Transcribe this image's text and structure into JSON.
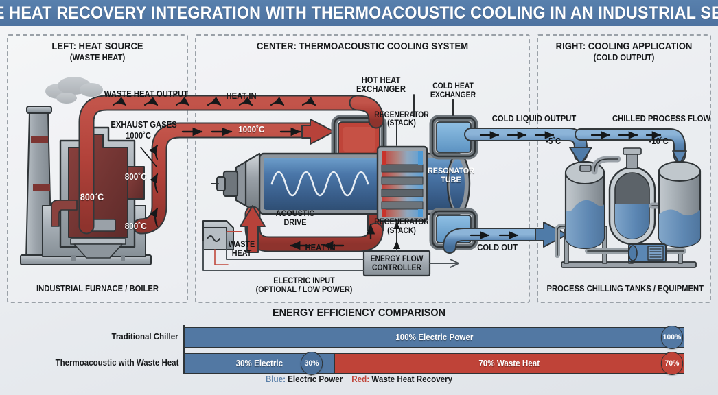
{
  "title": "WASTE HEAT RECOVERY INTEGRATION WITH THERMOACOUSTIC COOLING IN AN INDUSTRIAL SETTING",
  "colors": {
    "header_blue": "#4d72a0",
    "hot_red": "#c0483c",
    "hot_red_dark": "#8e3a33",
    "furnace_red": "#7d3a38",
    "cold_blue": "#6f9fc8",
    "steel_gray": "#9aa2a8",
    "bar_blue": "#5278a3",
    "bar_red": "#bf4338"
  },
  "panels": {
    "left": {
      "head1": "LEFT: HEAT SOURCE",
      "head2": "(WASTE HEAT)",
      "foot": "INDUSTRIAL FURNACE / BOILER",
      "labels": {
        "waste_heat_output": "WASTE HEAT OUTPUT",
        "exhaust_gases": "EXHAUST GASES",
        "exhaust_temp": "1000˚C",
        "temp_body": "800˚C",
        "temp_right": "800˚C",
        "temp_low": "800˚C"
      }
    },
    "center": {
      "head1": "CENTER: THERMOACOUSTIC COOLING SYSTEM",
      "head2": "",
      "foot": "",
      "labels": {
        "heat_in_top": "HEAT IN",
        "hot_heat_exchanger": "HOT HEAT\nEXCHANGER",
        "hot_heat_exchanger_l1": "HOT HEAT",
        "hot_heat_exchanger_l2": "EXCHANGER",
        "temp_1000": "1000˚C",
        "regenerator_top_l1": "REGENERATOR",
        "regenerator_top_l2": "(STACK)",
        "regenerator_bot_l1": "REGENERATOR",
        "regenerator_bot_l2": "(STACK)",
        "cold_heat_exchanger_l1": "COLD HEAT",
        "cold_heat_exchanger_l2": "EXCHANGER",
        "resonator_l1": "RESONATOR",
        "resonator_l2": "TUBE",
        "acoustic_drive_l1": "ACOUSTIC",
        "acoustic_drive_l2": "DRIVE",
        "waste_heat_l1": "WASTE",
        "waste_heat_l2": "HEAT",
        "heat_in_bottom": "HEAT IN",
        "cold_out": "COLD OUT",
        "controller_l1": "ENERGY FLOW",
        "controller_l2": "CONTROLLER",
        "electric_input_l1": "ELECTRIC INPUT",
        "electric_input_l2": "(OPTIONAL / LOW POWER)"
      }
    },
    "right": {
      "head1": "RIGHT: COOLING APPLICATION",
      "head2": "(COLD OUTPUT)",
      "foot": "PROCESS CHILLING TANKS / EQUIPMENT",
      "labels": {
        "cold_liquid_output": "COLD LIQUID OUTPUT",
        "chilled_process_flow": "CHILLED PROCESS FLOW",
        "temp_minus5": "-5˚C",
        "temp_minus10": "-10˚C"
      }
    }
  },
  "chart_data": {
    "type": "bar",
    "title": "ENERGY EFFICIENCY COMPARISON",
    "orientation": "horizontal",
    "stacked": true,
    "categories": [
      "Traditional Chiller",
      "Thermoacoustic with Waste Heat"
    ],
    "xlabel": "",
    "ylabel": "",
    "xlim": [
      0,
      100
    ],
    "grid": false,
    "series": [
      {
        "name": "Electric Power",
        "color": "#5278a3",
        "values": [
          100,
          30
        ]
      },
      {
        "name": "Waste Heat Recovery",
        "color": "#bf4338",
        "values": [
          0,
          70
        ]
      }
    ],
    "rows": [
      {
        "label": "Traditional Chiller",
        "segments": [
          {
            "label": "100% Electric Power",
            "value": 100,
            "kind": "electric",
            "badge": "100%"
          }
        ]
      },
      {
        "label": "Thermoacoustic with Waste Heat",
        "segments": [
          {
            "label": "30% Electric",
            "value": 30,
            "kind": "electric",
            "badge": "30%"
          },
          {
            "label": "70% Waste Heat",
            "value": 70,
            "kind": "waste",
            "badge": "70%"
          }
        ]
      }
    ],
    "legend": {
      "position": "bottom",
      "blue_key": "Blue:",
      "blue_label": "Electric Power",
      "red_key": "Red:",
      "red_label": "Waste Heat Recovery"
    }
  }
}
